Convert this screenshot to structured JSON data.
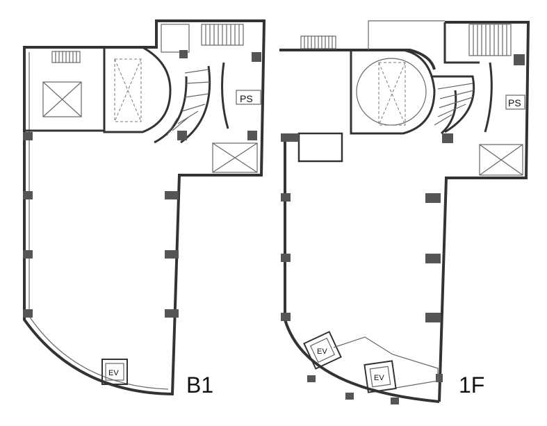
{
  "plans": [
    {
      "floor_label": "B1",
      "elevator_labels": [
        "EV"
      ],
      "shaft_label": "PS"
    },
    {
      "floor_label": "1F",
      "elevator_labels": [
        "EV",
        "EV"
      ],
      "shaft_label": "PS"
    }
  ]
}
